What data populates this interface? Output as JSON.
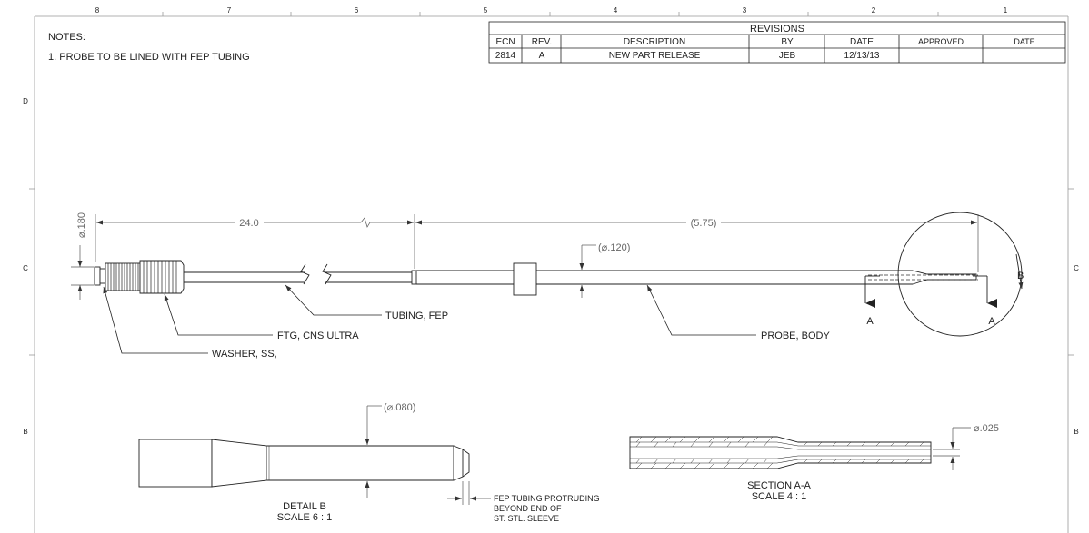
{
  "zones": {
    "top": [
      "8",
      "7",
      "6",
      "5",
      "4",
      "3",
      "2",
      "1"
    ],
    "left": [
      "D",
      "C",
      "B"
    ],
    "right": [
      "C",
      "B"
    ]
  },
  "notes": {
    "heading": "NOTES:",
    "items": [
      "1.  PROBE TO BE LINED WITH FEP TUBING"
    ]
  },
  "revisions": {
    "title": "REVISIONS",
    "headers": [
      "ECN",
      "REV.",
      "DESCRIPTION",
      "BY",
      "DATE",
      "APPROVED",
      "DATE"
    ],
    "rows": [
      [
        "2814",
        "A",
        "NEW PART RELEASE",
        "JEB",
        "12/13/13",
        "",
        ""
      ]
    ]
  },
  "dimensions": {
    "fitting_dia": "⌀.180",
    "tubing_length": "24.0",
    "probe_length": "(5.75)",
    "probe_dia": "(⌀.120)",
    "detail_dia": "(⌀.080)",
    "section_dia": "⌀.025"
  },
  "callouts": {
    "tubing": "TUBING, FEP",
    "fitting": "FTG, CNS ULTRA",
    "washer": "WASHER, SS,",
    "probe": "PROBE, BODY",
    "protrude_lines": [
      "FEP TUBING PROTRUDING",
      "BEYOND END OF",
      "ST. STL. SLEEVE"
    ]
  },
  "section_markers": {
    "a_left": "A",
    "a_right": "A",
    "b": "B"
  },
  "views": {
    "detail_title": "DETAIL B",
    "detail_scale": "SCALE 6 : 1",
    "section_title": "SECTION A-A",
    "section_scale": "SCALE 4 : 1"
  }
}
